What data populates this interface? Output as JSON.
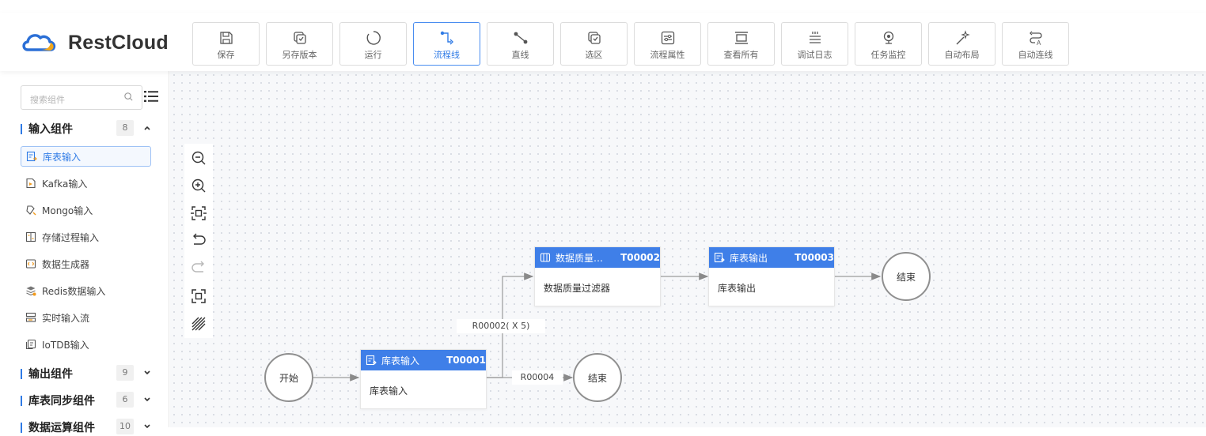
{
  "app": {
    "name": "RestCloud"
  },
  "toolbar": [
    {
      "label": "保存",
      "icon": "save-icon"
    },
    {
      "label": "另存版本",
      "icon": "save-version-icon"
    },
    {
      "label": "运行",
      "icon": "run-icon"
    },
    {
      "label": "流程线",
      "icon": "flow-line-icon",
      "active": true
    },
    {
      "label": "直线",
      "icon": "straight-line-icon"
    },
    {
      "label": "选区",
      "icon": "select-area-icon"
    },
    {
      "label": "流程属性",
      "icon": "flow-properties-icon"
    },
    {
      "label": "查看所有",
      "icon": "view-all-icon"
    },
    {
      "label": "调试日志",
      "icon": "debug-log-icon"
    },
    {
      "label": "任务监控",
      "icon": "task-monitor-icon"
    },
    {
      "label": "自动布局",
      "icon": "auto-layout-icon"
    },
    {
      "label": "自动连线",
      "icon": "auto-connect-icon"
    }
  ],
  "sidebar": {
    "search_placeholder": "搜索组件",
    "groups": [
      {
        "name": "输入组件",
        "count": "8",
        "expanded": true
      },
      {
        "name": "输出组件",
        "count": "9",
        "expanded": false
      },
      {
        "name": "库表同步组件",
        "count": "6",
        "expanded": false
      },
      {
        "name": "数据运算组件",
        "count": "10",
        "expanded": false
      }
    ],
    "items": [
      {
        "label": "库表输入",
        "icon": "table-input-icon",
        "active": true
      },
      {
        "label": "Kafka输入",
        "icon": "kafka-icon"
      },
      {
        "label": "Mongo输入",
        "icon": "mongo-icon"
      },
      {
        "label": "存储过程输入",
        "icon": "stored-procedure-icon"
      },
      {
        "label": "数据生成器",
        "icon": "data-generator-icon"
      },
      {
        "label": "Redis数据输入",
        "icon": "redis-icon"
      },
      {
        "label": "实时输入流",
        "icon": "realtime-stream-icon"
      },
      {
        "label": "IoTDB输入",
        "icon": "iotdb-icon"
      }
    ]
  },
  "canvas": {
    "tools": [
      "zoom-out-icon",
      "zoom-in-icon",
      "fit-view-icon",
      "undo-icon",
      "redo-icon",
      "fullscreen-icon",
      "grid-pattern-icon"
    ],
    "start": {
      "label": "开始"
    },
    "ends": [
      {
        "label": "结束"
      },
      {
        "label": "结束"
      }
    ],
    "nodes": [
      {
        "name": "库表输入",
        "id": "T00001",
        "body": "库表输入",
        "icon": "table-input-icon"
      },
      {
        "name": "数据质量…",
        "id": "T00002",
        "body": "数据质量过滤器",
        "icon": "quality-filter-icon"
      },
      {
        "name": "库表输出",
        "id": "T00003",
        "body": "库表输出",
        "icon": "table-output-icon"
      }
    ],
    "edge_labels": [
      "R00002( X 5)",
      "R00004"
    ]
  },
  "colors": {
    "accent": "#3f7fe8",
    "active_border": "#4a8df0"
  }
}
